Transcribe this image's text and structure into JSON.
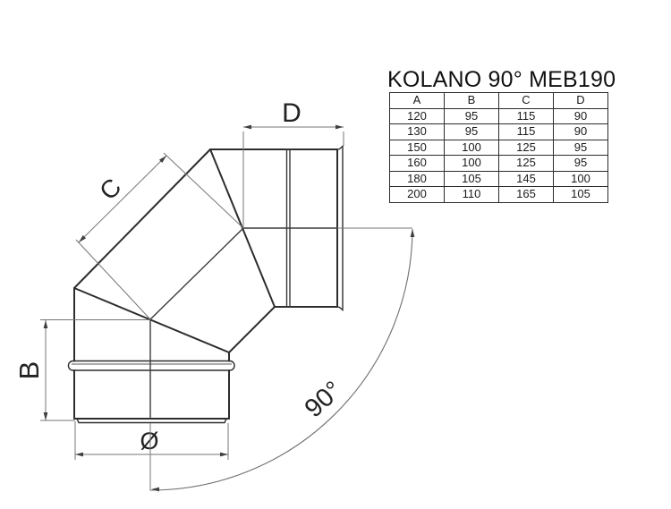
{
  "title": "KOLANO 90° MEB190",
  "drawing": {
    "labels": {
      "dim_d": "D",
      "dim_c": "C",
      "dim_b": "B",
      "diameter": "Ø",
      "angle": "90°"
    }
  },
  "spec_table": {
    "headers": [
      "A",
      "B",
      "C",
      "D"
    ],
    "rows": [
      [
        "120",
        "95",
        "115",
        "90"
      ],
      [
        "130",
        "95",
        "115",
        "90"
      ],
      [
        "150",
        "100",
        "125",
        "95"
      ],
      [
        "160",
        "100",
        "125",
        "95"
      ],
      [
        "180",
        "105",
        "145",
        "100"
      ],
      [
        "200",
        "110",
        "165",
        "105"
      ]
    ]
  },
  "colors": {
    "background": "#ffffff",
    "outline": "#2d2d2d",
    "seam": "#3a3a3a",
    "dimension_line": "#757575",
    "arrowhead": "#3f3f3f",
    "text": "#1a1a1a"
  }
}
